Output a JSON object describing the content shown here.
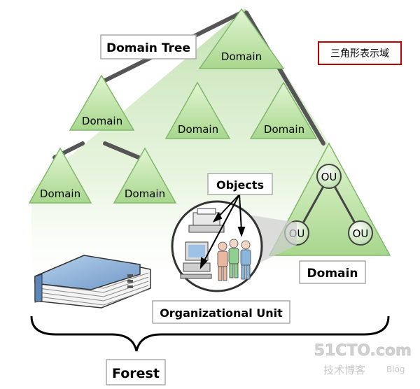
{
  "labels": {
    "domain_tree": "Domain Tree",
    "domain": "Domain",
    "legend": "三角形表示域",
    "objects": "Objects",
    "organizational_unit": "Organizational Unit",
    "domain_box": "Domain",
    "forest": "Forest",
    "ou": "OU"
  },
  "watermark": {
    "site": "51CTO.com",
    "sub": "技术博客",
    "blog": "Blog"
  },
  "colors": {
    "triangle_fill_top": "#d9f0c8",
    "triangle_fill_bottom": "#a9d890",
    "legend_border": "#c00000",
    "tree_line": "#555555"
  }
}
